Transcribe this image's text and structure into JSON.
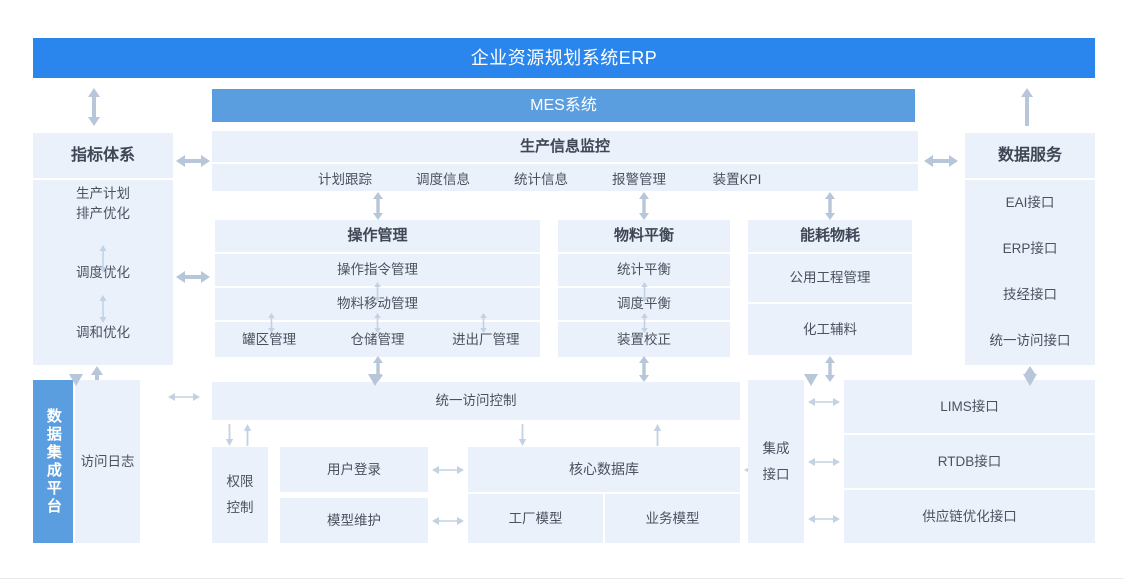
{
  "header": {
    "title": "企业资源规划系统ERP"
  },
  "mes": {
    "title": "MES系统"
  },
  "left_column": {
    "title": "指标体系",
    "items": [
      "生产计划",
      "排产优化",
      "调度优化",
      "调和优化"
    ],
    "item_groups": [
      {
        "lines": [
          "生产计划",
          "排产优化"
        ]
      },
      {
        "lines": [
          "调度优化"
        ]
      },
      {
        "lines": [
          "调和优化"
        ]
      }
    ]
  },
  "monitoring": {
    "title": "生产信息监控",
    "items": [
      "计划跟踪",
      "调度信息",
      "统计信息",
      "报警管理",
      "装置KPI"
    ]
  },
  "operations": {
    "title": "操作管理",
    "rows": [
      "操作指令管理",
      "物料移动管理"
    ],
    "bottom": [
      "罐区管理",
      "仓储管理",
      "进出厂管理"
    ]
  },
  "material_balance": {
    "title": "物料平衡",
    "rows": [
      "统计平衡",
      "调度平衡",
      "装置校正"
    ]
  },
  "energy": {
    "title": "能耗物耗",
    "rows": [
      "公用工程管理",
      "化工辅料"
    ]
  },
  "right_column": {
    "title": "数据服务",
    "items": [
      "EAI接口",
      "ERP接口",
      "技经接口",
      "统一访问接口"
    ]
  },
  "platform": {
    "title": "数据集成平台",
    "title_chars": [
      "数",
      "据",
      "集",
      "成",
      "平",
      "台"
    ],
    "access_log": "访问日志",
    "unified_access_control": "统一访问控制",
    "permission_control": {
      "lines": [
        "权限",
        "控制"
      ]
    },
    "user_login": "用户登录",
    "model_maintenance": "模型维护",
    "core_database": "核心数据库",
    "plant_model": "工厂模型",
    "business_model": "业务模型",
    "integration_interface": {
      "lines": [
        "集成",
        "接口"
      ]
    },
    "interfaces": [
      "LIMS接口",
      "RTDB接口",
      "供应链优化接口"
    ]
  },
  "colors": {
    "primary": "#2a86ec",
    "mes_bar": "#5b9ee0",
    "pane": "#eaf1fb",
    "pane_alt": "#e6eefa",
    "arrow": "#b7c6d8",
    "text": "#4a5260"
  },
  "icons": {
    "bidirectional_vertical": "arrow-up-down-icon",
    "bidirectional_horizontal": "arrow-left-right-icon",
    "down": "arrow-down-icon",
    "up": "arrow-up-icon"
  }
}
